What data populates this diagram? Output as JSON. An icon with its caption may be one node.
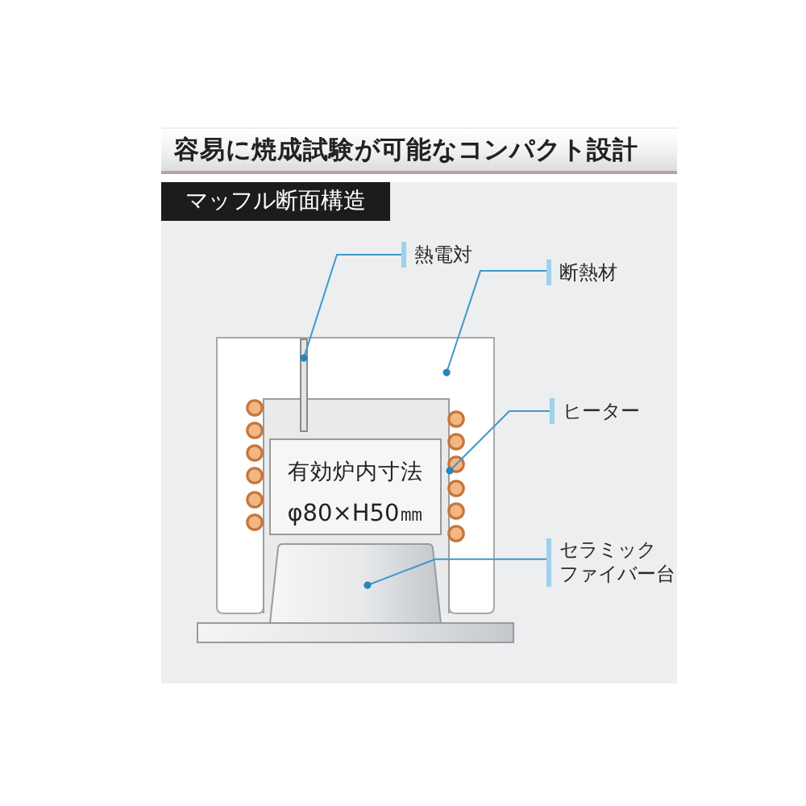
{
  "diagram": {
    "title": "容易に焼成試験が可能なコンパクト設計",
    "nodes": [
      {
        "text": [
          "マッフル断面構造"
        ]
      },
      {
        "text": [
          "熱電対"
        ]
      },
      {
        "text": [
          "断熱材"
        ]
      },
      {
        "text": [],
        "shape": "box"
      },
      {
        "text": [],
        "shape": "bar",
        "in": 3
      },
      {
        "text": [
          "ヒーター"
        ]
      },
      {
        "text": [],
        "shape": "circle",
        "in": 3
      },
      {
        "text": [
          "有効炉内寸法",
          "φ80×H50㎜"
        ],
        "in": 3
      },
      {
        "text": [
          "セラミックファイバー台"
        ]
      },
      {
        "text": [],
        "shape": "trapezoid"
      }
    ],
    "edges": [
      {
        "from": 1,
        "to": 4,
        "arrow": "other"
      },
      {
        "from": 2,
        "to": 3,
        "arrow": "other"
      },
      {
        "from": 5,
        "to": 6,
        "arrow": "other"
      },
      {
        "from": 8,
        "to": 9,
        "arrow": "other"
      }
    ]
  }
}
